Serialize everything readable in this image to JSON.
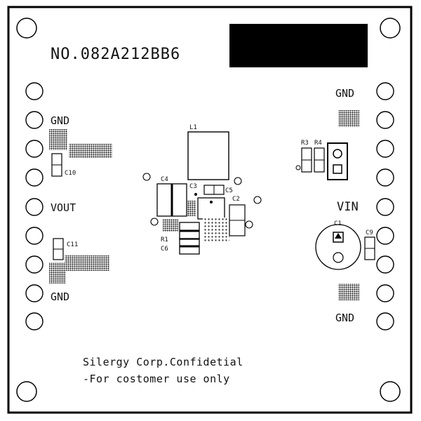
{
  "board": {
    "part_number": "NO.082A212BB6",
    "left_labels": {
      "gnd_top": "GND",
      "vout": "VOUT",
      "gnd_bottom": "GND"
    },
    "right_labels": {
      "gnd_top": "GND",
      "vin": "VIN",
      "gnd_bottom": "GND"
    },
    "components": {
      "l1": "L1",
      "c10": "C10",
      "c11": "C11",
      "c4": "C4",
      "c3": "C3",
      "c5": "C5",
      "c2": "C2",
      "c6": "C6",
      "r1": "R1",
      "r3": "R3",
      "r4": "R4",
      "c1": "C1",
      "c9": "C9"
    },
    "confidential": {
      "line1": "Silergy Corp.Confidetial",
      "line2": "-For costomer use only"
    },
    "colors": {
      "silkscreen": "#111111",
      "background": "#ffffff"
    }
  }
}
